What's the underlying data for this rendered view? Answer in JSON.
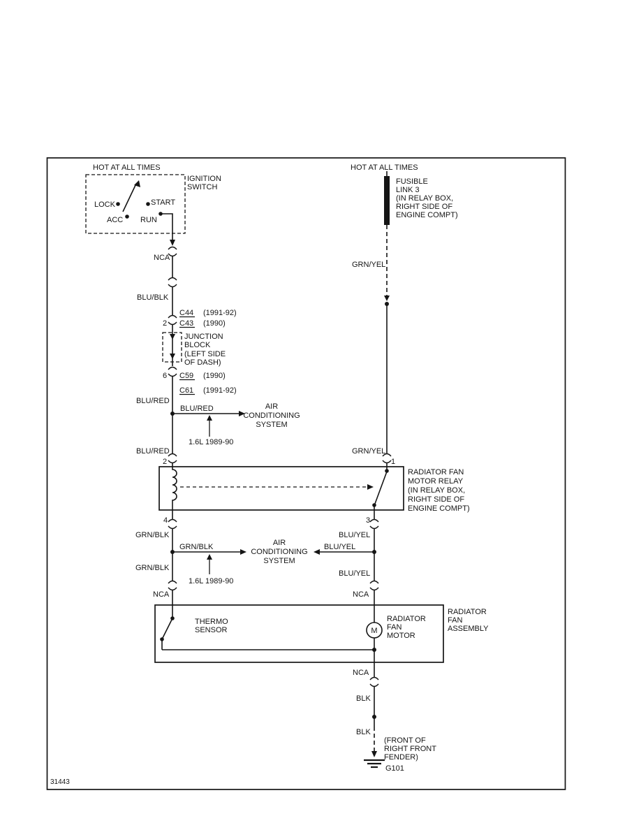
{
  "figure_number": "31443",
  "power_left": {
    "hot": "HOT AT ALL TIMES",
    "ignition_switch": {
      "label": [
        "IGNITION",
        "SWITCH"
      ],
      "positions": {
        "lock": "LOCK",
        "acc": "ACC",
        "start": "START",
        "run": "RUN"
      }
    }
  },
  "power_right": {
    "hot": "HOT AT ALL TIMES",
    "fusible_link": {
      "label": [
        "FUSIBLE",
        "LINK 3",
        "(IN RELAY BOX,",
        "RIGHT SIDE OF",
        "ENGINE COMPT)"
      ]
    }
  },
  "left_wire": {
    "nca_1": "NCA",
    "blu_blk": "BLU/BLK",
    "c44": {
      "code": "C44",
      "note": "(1991-92)"
    },
    "c43": {
      "pin": "2",
      "code": "C43",
      "note": "(1990)"
    },
    "junction_block": {
      "label": [
        "JUNCTION",
        "BLOCK",
        "(LEFT SIDE",
        "OF DASH)"
      ]
    },
    "c59": {
      "pin": "6",
      "code": "C59",
      "note": "(1990)"
    },
    "c61": {
      "code": "C61",
      "note": "(1991-92)"
    },
    "blu_red_1": "BLU/RED",
    "blu_red_2": "BLU/RED",
    "grn_blk_1": "GRN/BLK",
    "grn_blk_2": "GRN/BLK",
    "nca_2": "NCA"
  },
  "right_wire": {
    "grn_yel_1": "GRN/YEL",
    "grn_yel_2": "GRN/YEL",
    "blu_yel_1": "BLU/YEL",
    "blu_yel_2": "BLU/YEL",
    "nca_1": "NCA",
    "nca_2": "NCA",
    "blk_1": "BLK",
    "blk_2": "BLK"
  },
  "ac_branch_upper": {
    "wire_label": "BLU/RED",
    "system": [
      "AIR",
      "CONDITIONING",
      "SYSTEM"
    ],
    "engine_note": "1.6L 1989-90"
  },
  "ac_branch_lower": {
    "left_wire_label": "GRN/BLK",
    "right_wire_label": "BLU/YEL",
    "system": [
      "AIR",
      "CONDITIONING",
      "SYSTEM"
    ],
    "engine_note": "1.6L 1989-90"
  },
  "relay": {
    "label": [
      "RADIATOR FAN",
      "MOTOR RELAY",
      "(IN RELAY BOX,",
      "RIGHT SIDE OF",
      "ENGINE COMPT)"
    ],
    "pins": {
      "coil_top": "2",
      "coil_bottom": "4",
      "switch_top": "1",
      "switch_bottom": "3"
    }
  },
  "fan_assembly": {
    "label": [
      "RADIATOR",
      "FAN",
      "ASSEMBLY"
    ],
    "thermo_sensor": [
      "THERMO",
      "SENSOR"
    ],
    "motor": {
      "label": [
        "RADIATOR",
        "FAN",
        "MOTOR"
      ],
      "symbol": "M"
    }
  },
  "ground": {
    "id": "G101",
    "location": [
      "(FRONT OF",
      "RIGHT FRONT",
      "FENDER)"
    ]
  }
}
